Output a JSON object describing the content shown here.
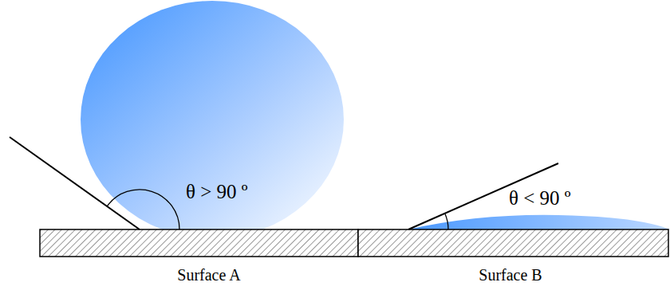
{
  "diagram": {
    "labels": [
      "θ > 90 º",
      "θ < 90 º",
      "Surface A",
      "Surface B"
    ]
  }
}
